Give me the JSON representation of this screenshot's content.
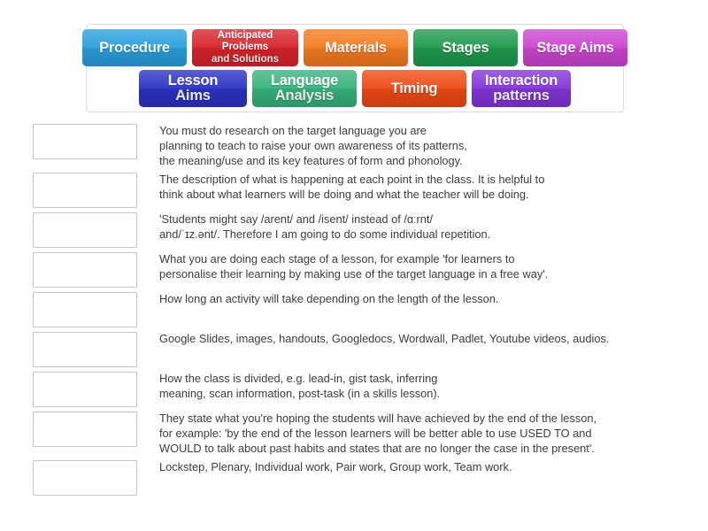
{
  "word_bank": {
    "rows": [
      [
        {
          "label": "Procedure",
          "color": "#29a0dd",
          "multiline": false,
          "width": 118
        },
        {
          "label": "Anticipated\nProblems\nand Solutions",
          "color": "#d8232a",
          "multiline": true,
          "width": 120
        },
        {
          "label": "Materials",
          "color": "#f47b20",
          "multiline": false,
          "width": 118
        },
        {
          "label": "Stages",
          "color": "#1f9a4d",
          "multiline": false,
          "width": 118
        },
        {
          "label": "Stage Aims",
          "color": "#cc45cf",
          "multiline": false,
          "width": 118
        }
      ],
      [
        {
          "label": "Lesson Aims",
          "color": "#2b32c4",
          "multiline": false,
          "width": 122
        },
        {
          "label": "Language\nAnalysis",
          "color": "#37b37e",
          "multiline": false,
          "width": 118
        },
        {
          "label": "Timing",
          "color": "#ee4a14",
          "multiline": false,
          "width": 118
        },
        {
          "label": "Interaction\npatterns",
          "color": "#8234d8",
          "multiline": false,
          "width": 112
        }
      ]
    ]
  },
  "match_rows": [
    {
      "drop_placeholder": "",
      "definition": "You must do research on the target language you are\nplanning to teach to raise your own awareness of its patterns,\nthe meaning/use and its key features of form and phonology.",
      "lines": 3
    },
    {
      "drop_placeholder": "",
      "definition": "The description of what is happening at each point in the class. It is helpful to\nthink about what learners will be doing and what the teacher will be doing.",
      "lines": 2
    },
    {
      "drop_placeholder": "",
      "definition": "'Students might say /arent/ and /isent/ instead of /ɑːrnt/\nand/ˈɪz.ənt/. Therefore I am going to do some individual repetition.",
      "lines": 2
    },
    {
      "drop_placeholder": "",
      "definition": "What you are doing each stage of a lesson, for example 'for learners to\npersonalise their learning by making use of the target language in a free way'.",
      "lines": 2
    },
    {
      "drop_placeholder": "",
      "definition": "How long an activity will take depending on the length of the lesson.",
      "lines": 1
    },
    {
      "drop_placeholder": "",
      "definition": "Google Slides, images, handouts, Googledocs, Wordwall, Padlet, Youtube videos, audios.",
      "lines": 1
    },
    {
      "drop_placeholder": "",
      "definition": "How the class is divided, e.g. lead-in, gist task, inferring\nmeaning, scan information, post-task (in a skills lesson).",
      "lines": 2
    },
    {
      "drop_placeholder": "",
      "definition": "They state what you're hoping the students will have achieved by the end of the lesson,\nfor example: 'by the end of the lesson learners will be better able to use USED TO and\nWOULD to talk about past habits and states that are no longer the case in the present'.",
      "lines": 3
    },
    {
      "drop_placeholder": "",
      "definition": "Lockstep, Plenary, Individual work, Pair work, Group work, Team work.",
      "lines": 1
    }
  ]
}
